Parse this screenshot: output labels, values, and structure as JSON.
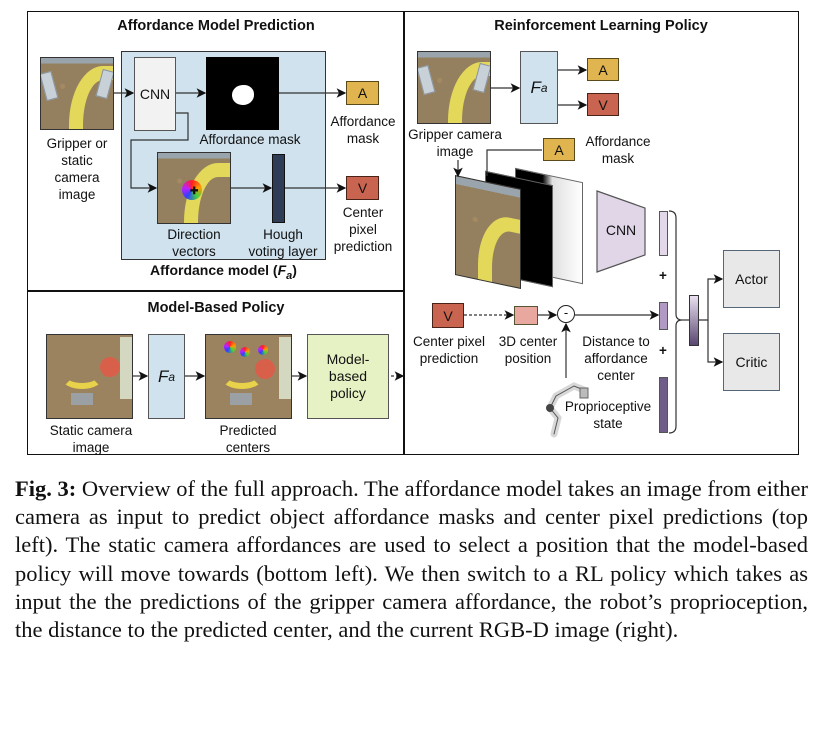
{
  "panels": {
    "affordance": {
      "title": "Affordance Model Prediction",
      "input_label": [
        "Gripper or",
        "static",
        "camera",
        "image"
      ],
      "cnn_label": "CNN",
      "mask_label": "Affordance mask",
      "direction_label": [
        "Direction",
        "vectors"
      ],
      "hough_label": [
        "Hough",
        "voting layer"
      ],
      "model_caption": "Affordance model (",
      "model_symbol": "F",
      "model_sub": "a",
      "model_caption_end": ")",
      "out_a": "A",
      "out_a_label": [
        "Affordance",
        "mask"
      ],
      "out_v": "V",
      "out_v_label": [
        "Center",
        "pixel",
        "prediction"
      ]
    },
    "model_based": {
      "title": "Model-Based Policy",
      "static_label": [
        "Static camera",
        "image"
      ],
      "fa_symbol": "F",
      "fa_sub": "a",
      "centers_label": [
        "Predicted",
        "centers"
      ],
      "policy_label": [
        "Model-",
        "based",
        "policy"
      ]
    },
    "rl": {
      "title": "Reinforcement Learning Policy",
      "gripper_label": [
        "Gripper camera",
        "image"
      ],
      "fa_symbol": "F",
      "fa_sub": "a",
      "out_a": "A",
      "out_v": "V",
      "mask_a": "A",
      "mask_label": [
        "Affordance",
        "mask"
      ],
      "cnn_label": "CNN",
      "plus1": "+",
      "plus2": "+",
      "v_input": "V",
      "center_pixel_label": [
        "Center pixel",
        "prediction"
      ],
      "center3d_label": [
        "3D center",
        "position"
      ],
      "minus": "-",
      "distance_label": [
        "Distance to",
        "affordance",
        "center"
      ],
      "proprio_label": [
        "Proprioceptive",
        "state"
      ],
      "actor_label": "Actor",
      "critic_label": "Critic"
    }
  },
  "colors": {
    "affordance_bg": "#cfe2ee",
    "fa_box": "#cfe2ee",
    "cnn_box": "#f2f2f2",
    "policy_box": "#e6f2c4",
    "a_box": "#e0b44f",
    "v_box": "#c8644f",
    "center3d_box": "#e8a8a0",
    "hough_bar": "#2e3d55",
    "rl_cnn": "#e0d6e8",
    "feature_light": "#e2d8ea",
    "feature_mid": "#b09ac4",
    "feature_dark": "#705c88",
    "actor_critic": "#e8e8e8"
  },
  "caption": {
    "fig_label": "Fig. 3:",
    "text": " Overview of the full approach. The affordance model takes an image from either camera as input to predict object affordance masks and center pixel predictions (top left). The static camera affordances are used to select a position that the model-based policy will move towards (bottom left). We then switch to a RL policy which takes as input the the predictions of the gripper camera affordance, the robot’s proprioception, the distance to the predicted center, and the current RGB-D image (right)."
  }
}
